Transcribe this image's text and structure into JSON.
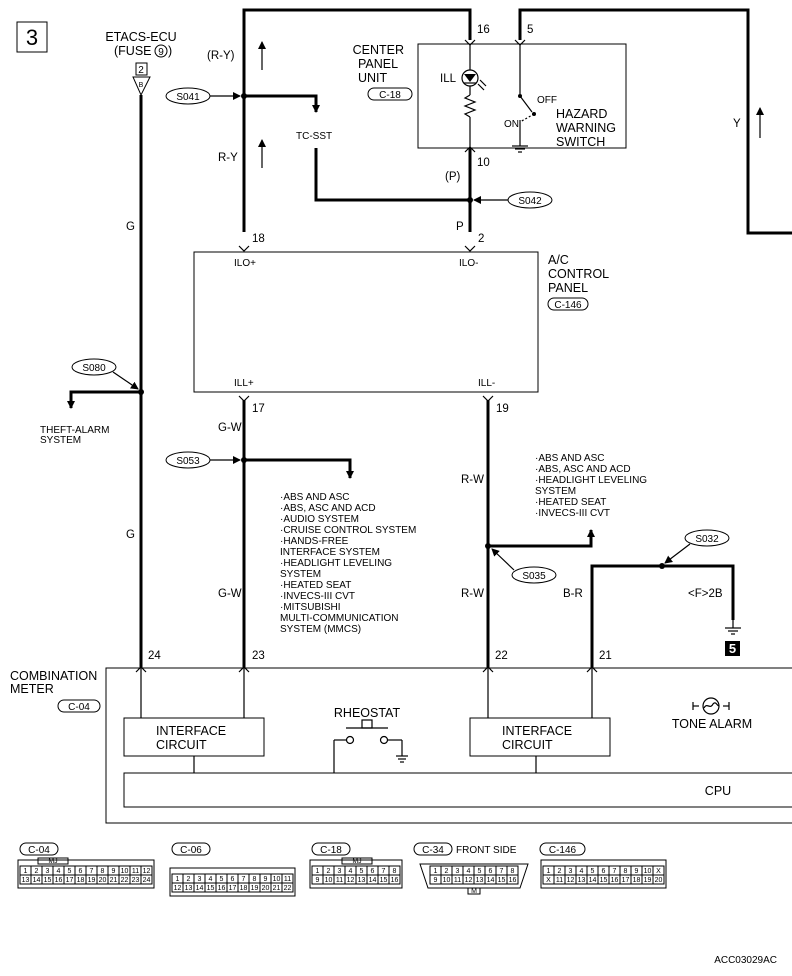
{
  "page_label": "3",
  "doc_code": "ACC03029AC",
  "etacs": {
    "line1": "ETACS-ECU",
    "line2_pre": "(FUSE",
    "line2_num": "9",
    "line2_post": ")",
    "pin_top": "2",
    "pin_bot": "B"
  },
  "center_panel": {
    "line1": "CENTER",
    "line2": "PANEL",
    "line3": "UNIT",
    "connector": "C-18",
    "ill": "ILL"
  },
  "hazard": {
    "line1": "HAZARD",
    "line2": "WARNING",
    "line3": "SWITCH",
    "off": "OFF",
    "on": "ON"
  },
  "ac_panel": {
    "line1": "A/C",
    "line2": "CONTROL",
    "line3": "PANEL",
    "connector": "C-146",
    "pin_ilo_p": "ILO+",
    "pin_ilo_m": "ILO-",
    "pin_ill_p": "ILL+",
    "pin_ill_m": "ILL-"
  },
  "combo": {
    "line1": "COMBINATION",
    "line2": "METER",
    "connector": "C-04",
    "iface1_l1": "INTERFACE",
    "iface1_l2": "CIRCUIT",
    "iface2_l1": "INTERFACE",
    "iface2_l2": "CIRCUIT",
    "rheostat": "RHEOSTAT",
    "tone": "TONE ALARM",
    "cpu": "CPU"
  },
  "splices": {
    "s041": "S041",
    "s042": "S042",
    "s080": "S080",
    "s053": "S053",
    "s035": "S035",
    "s032": "S032"
  },
  "pins": {
    "p16": "16",
    "p5": "5",
    "p10": "10",
    "p18": "18",
    "p2": "2",
    "p17": "17",
    "p19": "19",
    "p24": "24",
    "p23": "23",
    "p22": "22",
    "p21": "21"
  },
  "wires": {
    "r_y_paren": "(R-Y)",
    "r_y": "R-Y",
    "g1": "G",
    "g2": "G",
    "p_paren": "(P)",
    "p": "P",
    "y": "Y",
    "g_w1": "G-W",
    "g_w2": "G-W",
    "r_w1": "R-W",
    "r_w2": "R-W",
    "b_r": "B-R",
    "f2b": "<F>2B"
  },
  "tc_sst": "TC-SST",
  "theft": {
    "line1": "THEFT-ALARM",
    "line2": "SYSTEM"
  },
  "ground_num": "5",
  "list_left": [
    "·ABS AND ASC",
    "·ABS, ASC AND ACD",
    "·AUDIO SYSTEM",
    "·CRUISE CONTROL SYSTEM",
    "·HANDS-FREE",
    "INTERFACE SYSTEM",
    "·HEADLIGHT LEVELING",
    "SYSTEM",
    "·HEATED SEAT",
    "·INVECS-III CVT",
    "·MITSUBISHI",
    "MULTI-COMMUNICATION",
    "SYSTEM (MMCS)"
  ],
  "list_right": [
    "·ABS AND ASC",
    "·ABS, ASC AND ACD",
    "·HEADLIGHT LEVELING",
    "SYSTEM",
    "·HEATED SEAT",
    "·INVECS-III CVT"
  ],
  "connectors_bottom": {
    "c04": {
      "label": "C-04",
      "tag": "MJ",
      "row1": [
        "1",
        "2",
        "3",
        "4",
        "5",
        "6",
        "7",
        "8",
        "9",
        "10",
        "11",
        "12"
      ],
      "row2": [
        "13",
        "14",
        "15",
        "16",
        "17",
        "18",
        "19",
        "20",
        "21",
        "22",
        "23",
        "24"
      ]
    },
    "c06": {
      "label": "C-06",
      "row1": [
        "1",
        "2",
        "3",
        "4",
        "5",
        "6",
        "7",
        "8",
        "9",
        "10",
        "11"
      ],
      "row2": [
        "12",
        "13",
        "14",
        "15",
        "16",
        "17",
        "18",
        "19",
        "20",
        "21",
        "22"
      ]
    },
    "c18": {
      "label": "C-18",
      "tag": "MJ",
      "row1": [
        "1",
        "2",
        "3",
        "4",
        "5",
        "6",
        "7",
        "8"
      ],
      "row2": [
        "9",
        "10",
        "11",
        "12",
        "13",
        "14",
        "15",
        "16"
      ]
    },
    "c34": {
      "label": "C-34",
      "note": "FRONT SIDE",
      "tag": "M",
      "row1": [
        "1",
        "2",
        "3",
        "4",
        "5",
        "6",
        "7",
        "8"
      ],
      "row2": [
        "9",
        "10",
        "11",
        "12",
        "13",
        "14",
        "15",
        "16"
      ]
    },
    "c146": {
      "label": "C-146",
      "row1": [
        "1",
        "2",
        "3",
        "4",
        "5",
        "6",
        "7",
        "8",
        "9",
        "10",
        "X"
      ],
      "row2": [
        "X",
        "11",
        "12",
        "13",
        "14",
        "15",
        "16",
        "17",
        "18",
        "19",
        "20"
      ]
    }
  }
}
